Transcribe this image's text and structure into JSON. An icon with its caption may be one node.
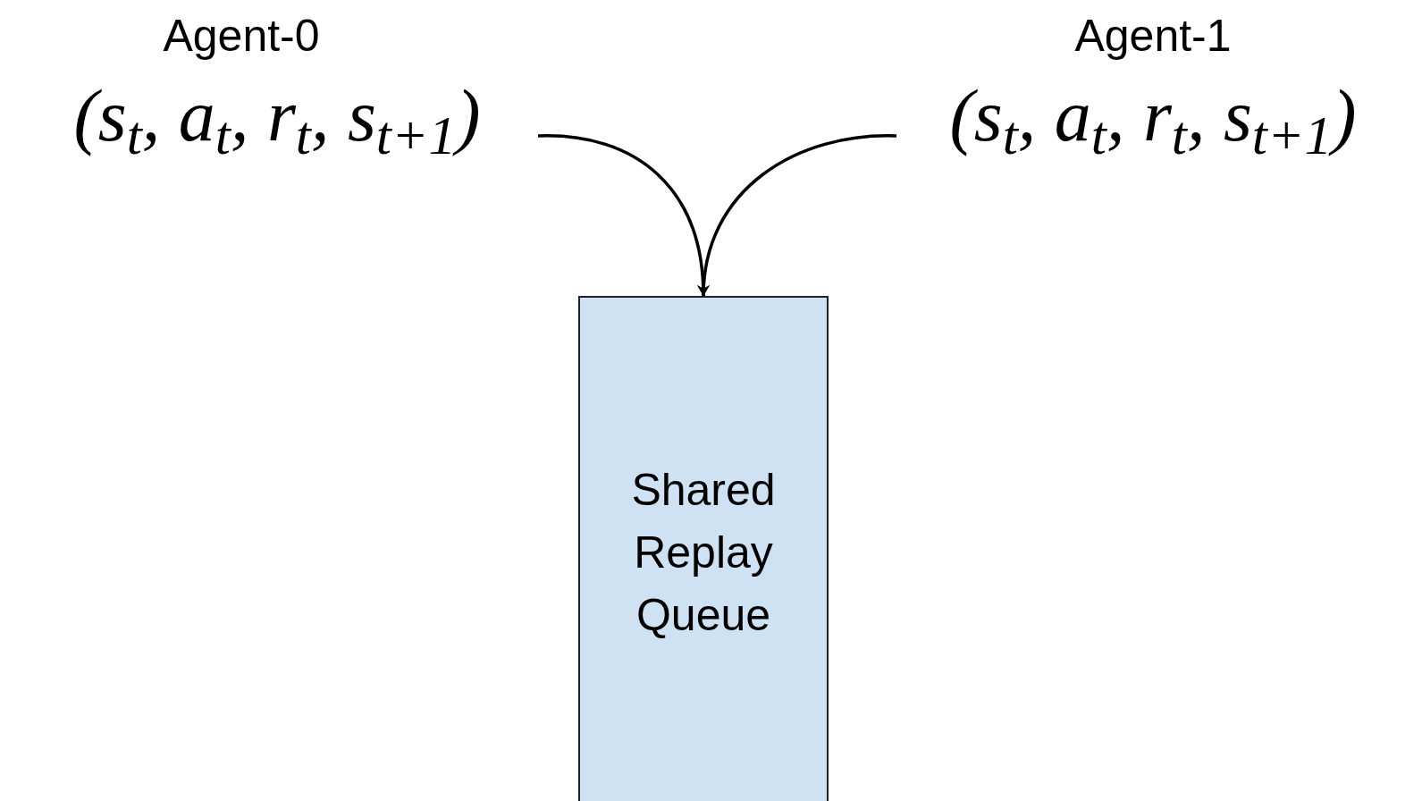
{
  "diagram": {
    "nodes": [
      {
        "text": [
          "Agent-0",
          "(s$_{t}$, a$_{t}$, r$_{t}$, s$_{t+1}$)"
        ]
      },
      {
        "text": [
          "Agent-1",
          "(s$_{t}$, a$_{t}$, r$_{t}$, s$_{t+1}$)"
        ]
      },
      {
        "text": [
          "Shared Replay Queue"
        ]
      }
    ],
    "edges": [
      {
        "from": 0,
        "to": 2,
        "arrow": "to"
      },
      {
        "from": 1,
        "to": 2,
        "arrow": "to"
      }
    ]
  }
}
